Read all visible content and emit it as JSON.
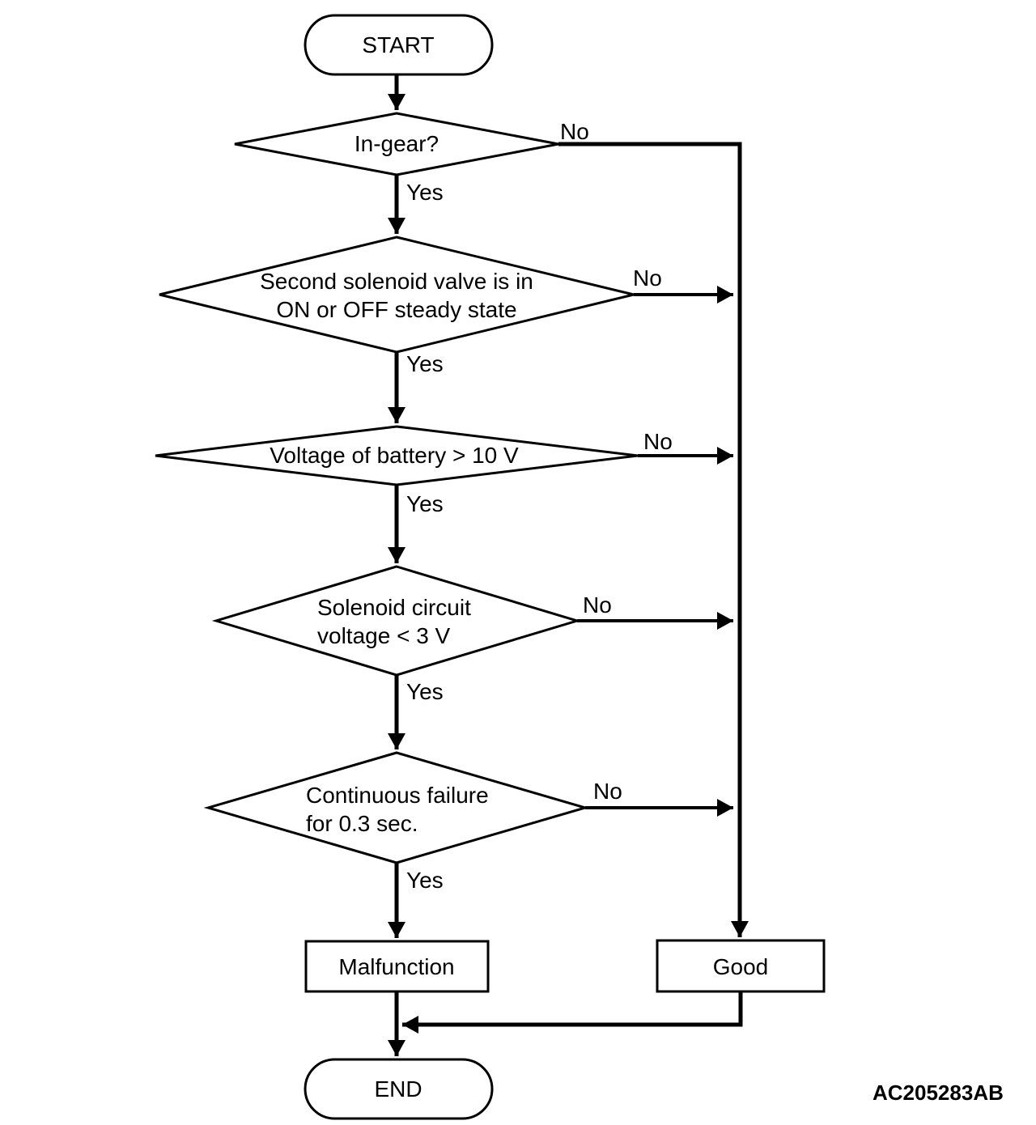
{
  "colors": {
    "line": "#000000",
    "background": "#ffffff",
    "text": "#000000"
  },
  "terminals": {
    "start": "START",
    "end": "END"
  },
  "decisions": [
    {
      "text_lines": [
        "In-gear?"
      ],
      "yes_label": "Yes",
      "no_label": "No"
    },
    {
      "text_lines": [
        "Second solenoid valve is in",
        "ON or OFF steady state"
      ],
      "yes_label": "Yes",
      "no_label": "No"
    },
    {
      "text_lines": [
        "Voltage of battery > 10 V"
      ],
      "yes_label": "Yes",
      "no_label": "No"
    },
    {
      "text_lines": [
        "Solenoid circuit",
        "voltage < 3 V"
      ],
      "yes_label": "Yes",
      "no_label": "No"
    },
    {
      "text_lines": [
        "Continuous failure",
        "for 0.3 sec."
      ],
      "yes_label": "Yes",
      "no_label": "No"
    }
  ],
  "outcomes": {
    "malfunction": "Malfunction",
    "good": "Good"
  },
  "figure_code": "AC205283AB"
}
